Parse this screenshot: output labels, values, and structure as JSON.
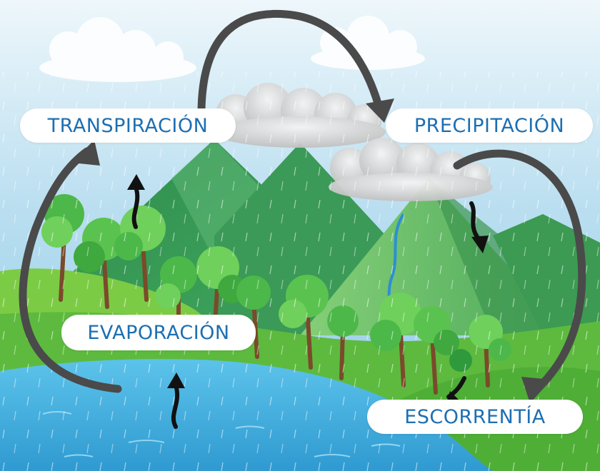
{
  "diagram": {
    "labels": {
      "transpiration": "TRANSPIRACIÓN",
      "precipitation": "PRECIPITACIÓN",
      "evaporation": "EVAPORACIÓN",
      "runoff": "ESCORRENTÍA"
    },
    "colors": {
      "sky": "#9fd0ea",
      "water": "#47b3e0",
      "label_text": "#1d6fb2",
      "arrow": "#4a4a4a",
      "mountain_dark": "#2e8a4a",
      "mountain_light": "#7cc873",
      "grass": "#5dba3e"
    }
  }
}
